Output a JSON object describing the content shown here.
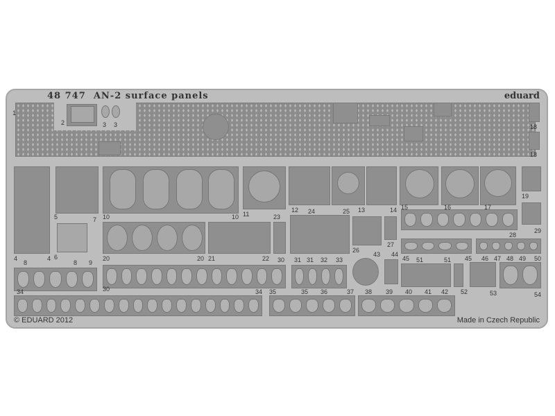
{
  "header": {
    "code": "48 747",
    "title": "AN-2 surface panels",
    "brand": "eduard"
  },
  "footer": {
    "copyright": "© EDUARD 2012",
    "origin": "Made in Czech Republic"
  },
  "part_numbers": [
    "1",
    "2",
    "3",
    "3",
    "18",
    "18",
    "4",
    "4",
    "5",
    "6",
    "7",
    "8",
    "8",
    "9",
    "10",
    "10",
    "11",
    "12",
    "13",
    "14",
    "15",
    "16",
    "17",
    "19",
    "20",
    "20",
    "21",
    "22",
    "23",
    "24",
    "25",
    "26",
    "27",
    "28",
    "29",
    "30",
    "30",
    "31",
    "31",
    "32",
    "33",
    "34",
    "34",
    "35",
    "35",
    "36",
    "37",
    "38",
    "39",
    "40",
    "41",
    "42",
    "43",
    "44",
    "45",
    "45",
    "46",
    "47",
    "48",
    "49",
    "50",
    "51",
    "51",
    "52",
    "53",
    "54"
  ]
}
